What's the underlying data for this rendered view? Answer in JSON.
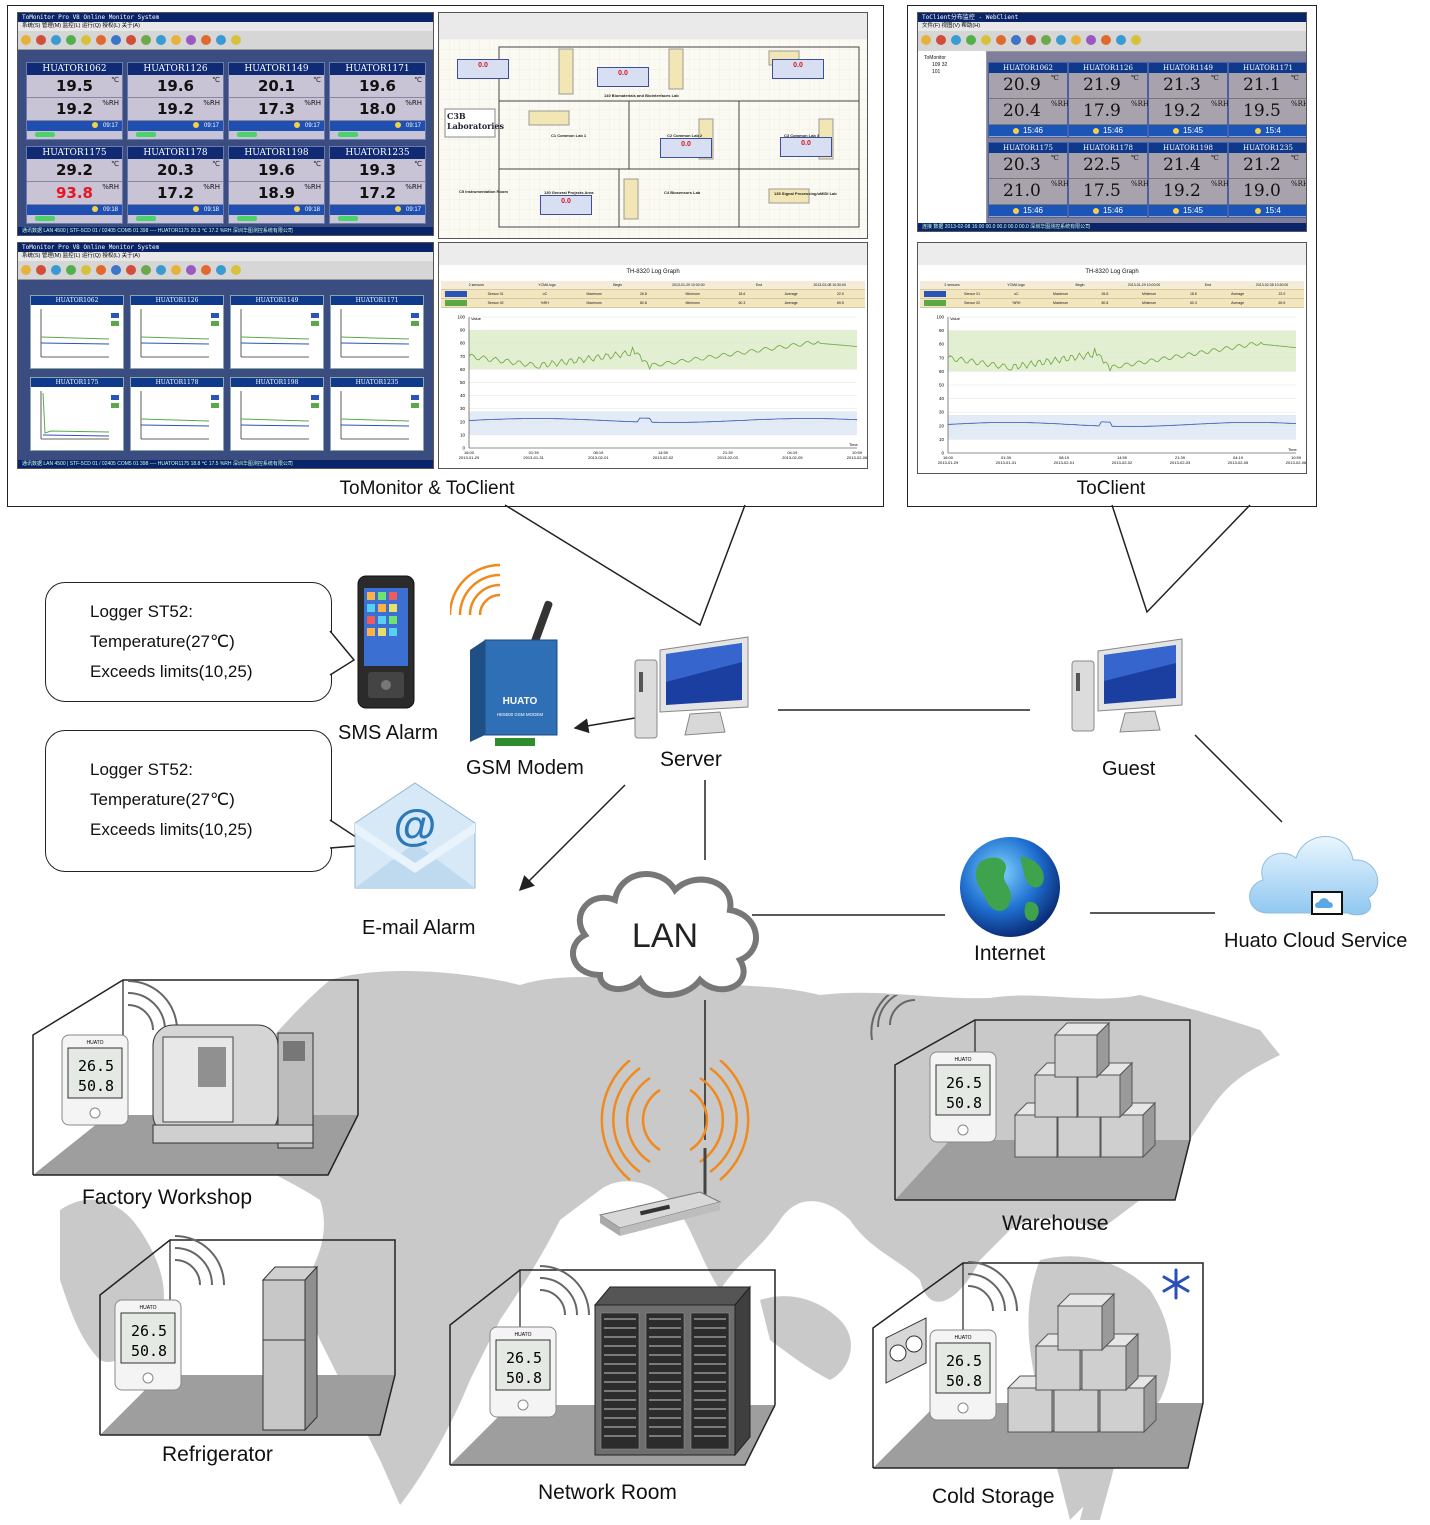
{
  "top_panels": {
    "left_caption": "ToMonitor & ToClient",
    "right_caption": "ToClient"
  },
  "monitor_shot": {
    "title": "ToMonitor Pro V8 Online Monitor System",
    "menu": "系统(S)   管理(M)   监控(L)   运行(Q)   授权(L)   关于(A)",
    "status": "通讯数据      LAN 4500 | STF-5CD 01 / 02405 COM5 01   398   ----  HUATOR1175   20.3 ℃   17.2 %RH     深圳华图测控系统有限公司",
    "cells": [
      {
        "name": "HUATOR1062",
        "temp": "19.5",
        "hum": "19.2",
        "time": "09:17",
        "alarm": false
      },
      {
        "name": "HUATOR1126",
        "temp": "19.6",
        "hum": "19.2",
        "time": "09:17",
        "alarm": false
      },
      {
        "name": "HUATOR1149",
        "temp": "20.1",
        "hum": "17.3",
        "time": "09:17",
        "alarm": false
      },
      {
        "name": "HUATOR1171",
        "temp": "19.6",
        "hum": "18.0",
        "time": "09:17",
        "alarm": false
      },
      {
        "name": "HUATOR1175",
        "temp": "29.2",
        "hum": "93.8",
        "time": "09:18",
        "alarm": true
      },
      {
        "name": "HUATOR1178",
        "temp": "20.3",
        "hum": "17.2",
        "time": "09:18",
        "alarm": false
      },
      {
        "name": "HUATOR1198",
        "temp": "19.6",
        "hum": "18.9",
        "time": "09:18",
        "alarm": false
      },
      {
        "name": "HUATOR1235",
        "temp": "19.3",
        "hum": "17.2",
        "time": "09:17",
        "alarm": false
      }
    ],
    "unit_temp": "℃",
    "unit_hum": "%RH"
  },
  "floorplan_shot": {
    "logo_line1": "C3B",
    "logo_line2": "Laboratories",
    "readout": "0.0",
    "rooms": [
      "140 Biomaterials and Biointerfaces Lab",
      "C1 Common Lab 1",
      "C2 Common Lab 2",
      "C3 Common Lab 3",
      "C5 Instrumentation Room",
      "130 General Projects Area",
      "C4 Biosensors Lab",
      "135 Signal Processing/uMIDI Lab"
    ]
  },
  "trend_shot": {
    "title": "ToMonitor Pro V8 Online Monitor System",
    "menu": "系统(S)   管理(M)   监控(L)   运行(Q)   授权(L)   关于(A)",
    "status": "通讯数据      LAN 4500 | STF-5CD 01 / 02405 COM5 01   398   ----  HUATOR1175   18.8 ℃   17.5 %RH     深圳华图测控系统有限公司",
    "names": [
      "HUATOR1062",
      "HUATOR1126",
      "HUATOR1149",
      "HUATOR1171",
      "HUATOR1175",
      "HUATOR1178",
      "HUATOR1198",
      "HUATOR1235"
    ]
  },
  "graph_shot": {
    "title": "TH-8320 Log Graph",
    "rows": [
      [
        "2 sensors",
        "YCMA logo",
        "Begin",
        "2013-01-29 10:00:00",
        "End",
        "2013-02-08 10:30:00"
      ],
      [
        "Sensor 01",
        "oC",
        "Maximum",
        "26.8",
        "Minimum",
        "18.6",
        "Average",
        "22.0"
      ],
      [
        "Sensor 02",
        "%RH",
        "Maximum",
        "80.8",
        "Minimum",
        "60.3",
        "Average",
        "69.5"
      ]
    ],
    "y_ticks": [
      "100",
      "90",
      "80",
      "70",
      "60",
      "50",
      "40",
      "30",
      "20",
      "10",
      "0"
    ],
    "x_ticks": [
      [
        "16:00",
        "2013-01-29"
      ],
      [
        "01:39",
        "2013-01-31"
      ],
      [
        "08:19",
        "2013-02-01"
      ],
      [
        "14:59",
        "2013-02-02"
      ],
      [
        "21:39",
        "2013-02-03"
      ],
      [
        "04:19",
        "2013-02-05"
      ],
      [
        "10:59",
        "2013-02-06"
      ]
    ],
    "y_axis_label": "Value",
    "x_axis_label": "Time"
  },
  "client_shot": {
    "title": "ToClient分布监控 - WebClient",
    "menu": "文件(F)   视图(V)   帮助(H)",
    "tree": [
      "ToMonitor",
      "109 32",
      "101"
    ],
    "status": "连接     数据     2013-02-08 16:00     00.0     00.0     00.0     00.0     深圳华图测控系统有限公司",
    "cells": [
      {
        "name": "HUATOR1062",
        "temp": "20.9",
        "hum": "20.4",
        "time": "15:46"
      },
      {
        "name": "HUATOR1126",
        "temp": "21.9",
        "hum": "17.9",
        "time": "15:46"
      },
      {
        "name": "HUATOR1149",
        "temp": "21.3",
        "hum": "19.2",
        "time": "15:45"
      },
      {
        "name": "HUATOR1171",
        "temp": "21.1",
        "hum": "19.5",
        "time": "15:4"
      },
      {
        "name": "HUATOR1175",
        "temp": "20.3",
        "hum": "21.0",
        "time": "15:46"
      },
      {
        "name": "HUATOR1178",
        "temp": "22.5",
        "hum": "17.5",
        "time": "15:46"
      },
      {
        "name": "HUATOR1198",
        "temp": "21.4",
        "hum": "19.2",
        "time": "15:45"
      },
      {
        "name": "HUATOR1235",
        "temp": "21.2",
        "hum": "19.0",
        "time": "15:4"
      }
    ]
  },
  "alarms": {
    "sms_lines": [
      "Logger ST52:",
      "Temperature(27℃)",
      "Exceeds limits(10,25)"
    ],
    "email_lines": [
      "Logger ST52:",
      "Temperature(27℃)",
      "Exceeds limits(10,25)"
    ],
    "sms_label": "SMS Alarm",
    "email_label": "E-mail Alarm",
    "modem_brand": "HUATO",
    "modem_model": "HE5500 GSM MODEM"
  },
  "network": {
    "server": "Server",
    "guest": "Guest",
    "modem": "GSM Modem",
    "lan": "LAN",
    "internet": "Internet",
    "cloud": "Huato Cloud Service"
  },
  "logger": {
    "temp": "26.5",
    "hum": "50.8",
    "brand": "HUATO"
  },
  "rooms": {
    "factory": "Factory Workshop",
    "refrigerator": "Refrigerator",
    "network_room": "Network Room",
    "warehouse": "Warehouse",
    "cold_storage": "Cold Storage"
  },
  "colors": {
    "wifi_orange": "#f08a1e",
    "screen_blue": "#1e4ca8",
    "header_navy": "#102a74",
    "alarm_red": "#e8141e",
    "map_gray": "#c8c8c8",
    "floor_gray": "#9e9e9e",
    "snow_blue": "#2a4fb8"
  }
}
